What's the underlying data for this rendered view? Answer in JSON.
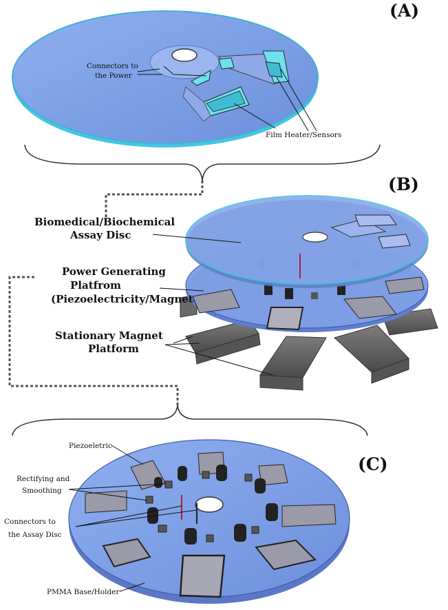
{
  "panels": {
    "a": "(A)",
    "b": "(B)",
    "c": "(C)"
  },
  "labels_a": {
    "connectors_power_line1": "Connectors to",
    "connectors_power_line2": "the Power",
    "film_heater": "Film Heater/Sensors"
  },
  "labels_b": {
    "assay_disc_line1": "Biomedical/Biochemical",
    "assay_disc_line2": "Assay Disc",
    "power_platform_line1": "Power Generating",
    "power_platform_line2": "Platfrom",
    "power_platform_line3": "(Piezoelectricity/Magnet",
    "magnet_platform_line1": "Stationary Magnet",
    "magnet_platform_line2": "Platform"
  },
  "labels_c": {
    "piezo": "Piezoeletric",
    "rectifying_line1": "Rectifying and",
    "rectifying_line2": "Smoothing",
    "connectors_assay_line1": "Connectors to",
    "connectors_assay_line2": "the Assay Disc",
    "pmma": "PMMA Base/Holder"
  },
  "colors": {
    "disc_fill": "#7f9fe6",
    "disc_edge": "#46c4e0",
    "cyan_chamber": "#6fe0ee",
    "magnet_block": "#6a6a6a",
    "piezo_plate": "#9a9aa8",
    "component_dark": "#222222"
  }
}
